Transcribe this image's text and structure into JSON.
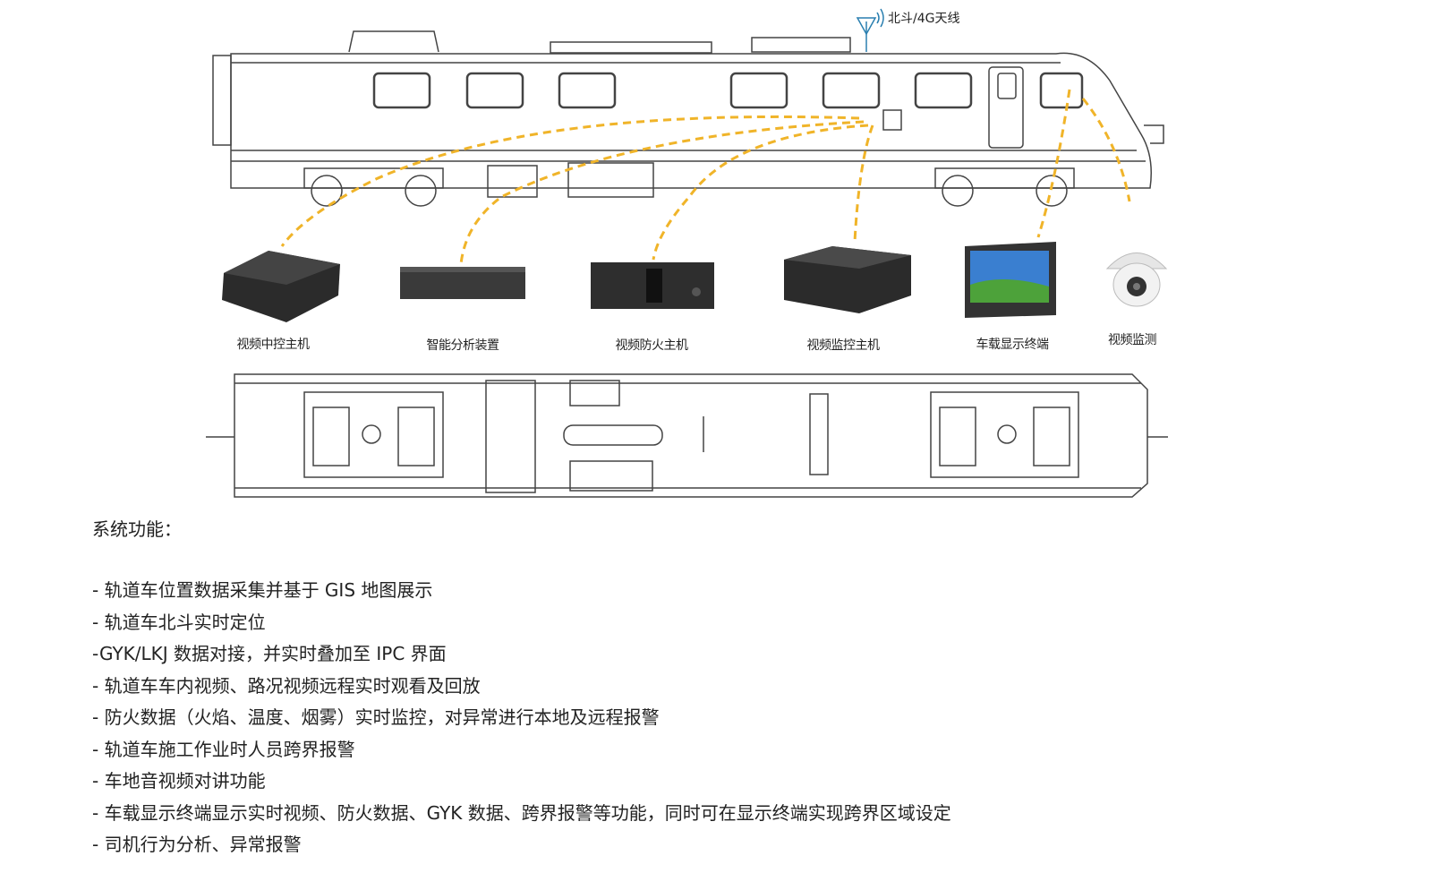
{
  "antenna_label": "北斗/4G天线",
  "devices": [
    {
      "label": "视频中控主机"
    },
    {
      "label": "智能分析装置"
    },
    {
      "label": "视频防火主机"
    },
    {
      "label": "视频监控主机"
    },
    {
      "label": "车载显示终端"
    },
    {
      "label": "视频监测"
    }
  ],
  "functions": {
    "title": "系统功能：",
    "items": [
      "- 轨道车位置数据采集并基于 GIS 地图展示",
      "- 轨道车北斗实时定位",
      "-GYK/LKJ 数据对接，并实时叠加至 IPC 界面",
      "- 轨道车车内视频、路况视频远程实时观看及回放",
      "- 防火数据（火焰、温度、烟雾）实时监控，对异常进行本地及远程报警",
      "- 轨道车施工作业时人员跨界报警",
      "- 车地音视频对讲功能",
      "- 车载显示终端显示实时视频、防火数据、GYK 数据、跨界报警等功能，同时可在显示终端实现跨界区域设定",
      "- 司机行为分析、异常报警"
    ]
  },
  "colors": {
    "connector": "#F0B429",
    "line": "#333333"
  }
}
